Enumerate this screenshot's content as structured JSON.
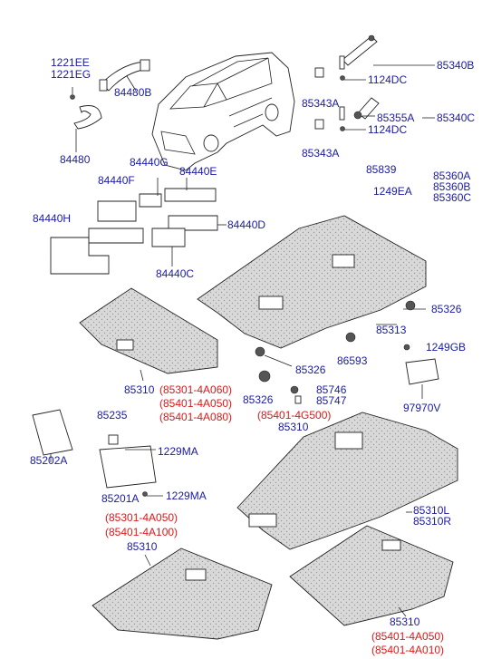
{
  "labels": [
    {
      "id": "p1221EE",
      "text": "1221EE"
    },
    {
      "id": "p1221EG",
      "text": "1221EG"
    },
    {
      "id": "p84480B",
      "text": "84480B"
    },
    {
      "id": "p84480",
      "text": "84480"
    },
    {
      "id": "p85340B",
      "text": "85340B"
    },
    {
      "id": "p1124DC_a",
      "text": "1124DC"
    },
    {
      "id": "p85343A_a",
      "text": "85343A"
    },
    {
      "id": "p85355A",
      "text": "85355A"
    },
    {
      "id": "p85340C",
      "text": "85340C"
    },
    {
      "id": "p1124DC_b",
      "text": "1124DC"
    },
    {
      "id": "p85343A_b",
      "text": "85343A"
    },
    {
      "id": "p84440G",
      "text": "84440G"
    },
    {
      "id": "p84440E",
      "text": "84440E"
    },
    {
      "id": "p84440F",
      "text": "84440F"
    },
    {
      "id": "p84440H",
      "text": "84440H"
    },
    {
      "id": "p84440D",
      "text": "84440D"
    },
    {
      "id": "p84440C",
      "text": "84440C"
    },
    {
      "id": "p85839",
      "text": "85839"
    },
    {
      "id": "p85360A",
      "text": "85360A"
    },
    {
      "id": "p85360B",
      "text": "85360B"
    },
    {
      "id": "p1249EA",
      "text": "1249EA"
    },
    {
      "id": "p85360C",
      "text": "85360C"
    },
    {
      "id": "p85326_a",
      "text": "85326"
    },
    {
      "id": "p85313",
      "text": "85313"
    },
    {
      "id": "p86593",
      "text": "86593"
    },
    {
      "id": "p1249GB",
      "text": "1249GB"
    },
    {
      "id": "p85326_b",
      "text": "85326"
    },
    {
      "id": "p85326_c",
      "text": "85326"
    },
    {
      "id": "p85746",
      "text": "85746"
    },
    {
      "id": "p85747",
      "text": "85747"
    },
    {
      "id": "p85401_4G500",
      "text": "(85401-4G500)"
    },
    {
      "id": "p97970V",
      "text": "97970V"
    },
    {
      "id": "p85310_a",
      "text": "85310"
    },
    {
      "id": "p85301_4A060",
      "text": "(85301-4A060)"
    },
    {
      "id": "p85401_4A050_a",
      "text": "(85401-4A050)"
    },
    {
      "id": "p85401_4A080",
      "text": "(85401-4A080)"
    },
    {
      "id": "p85235",
      "text": "85235"
    },
    {
      "id": "p85310_b",
      "text": "85310"
    },
    {
      "id": "p1229MA_a",
      "text": "1229MA"
    },
    {
      "id": "p85202A",
      "text": "85202A"
    },
    {
      "id": "p85201A",
      "text": "85201A"
    },
    {
      "id": "p1229MA_b",
      "text": "1229MA"
    },
    {
      "id": "p85310L",
      "text": "85310L"
    },
    {
      "id": "p85310R",
      "text": "85310R"
    },
    {
      "id": "p85301_4A050",
      "text": "(85301-4A050)"
    },
    {
      "id": "p85401_4A100",
      "text": "(85401-4A100)"
    },
    {
      "id": "p85310_c",
      "text": "85310"
    },
    {
      "id": "p85310_d",
      "text": "85310"
    },
    {
      "id": "p85401_4A050_b",
      "text": "(85401-4A050)"
    },
    {
      "id": "p85401_4A010",
      "text": "(85401-4A010)"
    }
  ],
  "colors": {
    "part_number": "#1a1aa8",
    "alt_part_number": "#e01818",
    "line": "#222222"
  }
}
